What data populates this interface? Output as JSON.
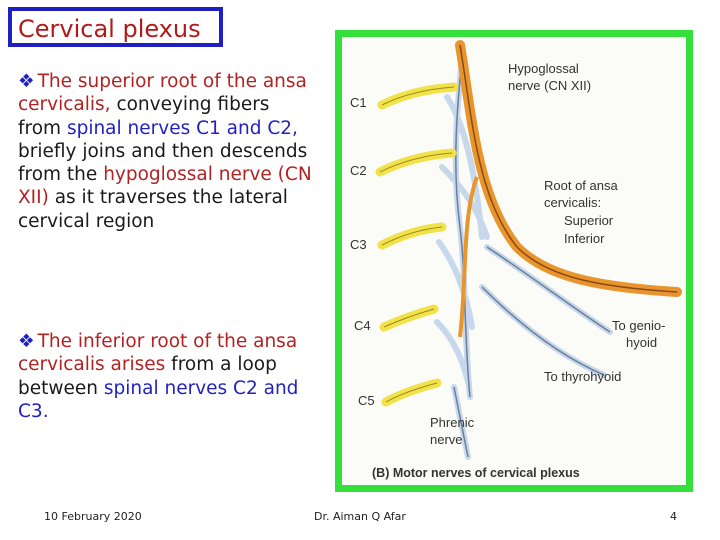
{
  "slide": {
    "title": "Cervical plexus",
    "bullet1": {
      "marker": "❖",
      "t1": "The superior root of the ansa cervicalis,",
      "t2": " conveying fibers from ",
      "t3": "spinal nerves C1 and C2,",
      "t4": " briefly joins and then descends from the ",
      "t5": "hypoglossal nerve (CN XII)",
      "t6": " as it traverses the lateral cervical region"
    },
    "bullet2": {
      "marker": "❖",
      "t1": "The inferior root of the ansa cervicalis arises",
      "t2": " from a loop between ",
      "t3": "spinal nerves C2 and C3."
    }
  },
  "figure": {
    "labels": {
      "c1": "C1",
      "c2": "C2",
      "c3": "C3",
      "c4": "C4",
      "c5": "C5",
      "hypoglossal_line1": "Hypoglossal",
      "hypoglossal_line2": "nerve (CN XII)",
      "root_line1": "Root of ansa",
      "root_line2": "cervicalis:",
      "superior": "Superior",
      "inferior": "Inferior",
      "geniohyoid_line1": "To genio-",
      "geniohyoid_line2": "hyoid",
      "thyrohyoid": "To thyrohyoid",
      "phrenic_line1": "Phrenic",
      "phrenic_line2": "nerve",
      "caption": "(B) Motor nerves of cervical plexus"
    },
    "colors": {
      "border": "#35e03c",
      "spinal_nerve": "#f2e24a",
      "hypoglossal": "#e8952e",
      "plexus": "#c7d7ec"
    }
  },
  "footer": {
    "date": "10 February 2020",
    "author": "Dr. Aiman Q Afar",
    "page": "4"
  }
}
